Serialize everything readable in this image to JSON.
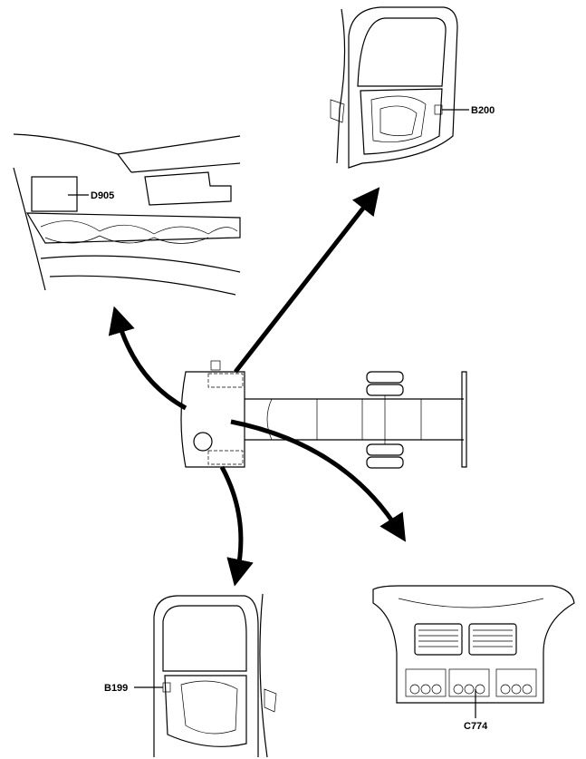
{
  "labels": {
    "b200": "B200",
    "d905": "D905",
    "b199": "B199",
    "c774": "C774"
  },
  "colors": {
    "ink": "#000000",
    "background": "#ffffff"
  }
}
